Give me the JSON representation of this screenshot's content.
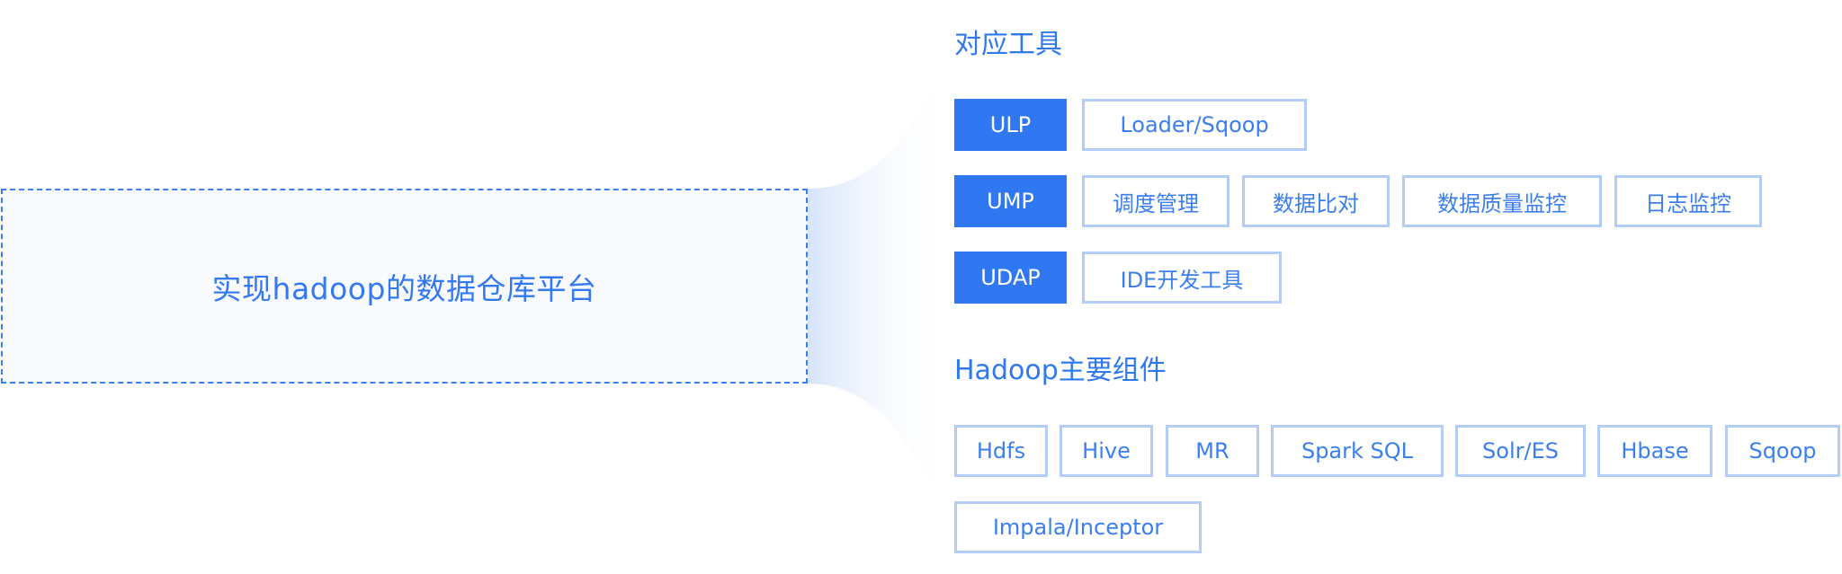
{
  "left_box": {
    "title": "实现hadoop的数据仓库平台"
  },
  "tools_section": {
    "title": "对应工具",
    "rows": [
      {
        "label": "ULP",
        "items": [
          "Loader/Sqoop"
        ]
      },
      {
        "label": "UMP",
        "items": [
          "调度管理",
          "数据比对",
          "数据质量监控",
          "日志监控"
        ]
      },
      {
        "label": "UDAP",
        "items": [
          "IDE开发工具"
        ]
      }
    ]
  },
  "hadoop_section": {
    "title": "Hadoop主要组件",
    "items": [
      "Hdfs",
      "Hive",
      "MR",
      "Spark SQL",
      "Solr/ES",
      "Hbase",
      "Sqoop",
      "Impala/Inceptor"
    ]
  },
  "colors": {
    "primary": "#2f78f2",
    "outline_border": "#b3cdf7",
    "dashed_border": "#3b7ef0",
    "box_fill": "#f8fafd"
  }
}
